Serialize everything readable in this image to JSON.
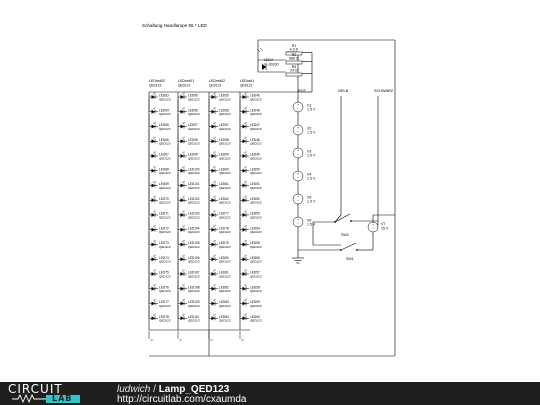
{
  "diagram": {
    "title": "Schaltung Handlampe 65 * LED",
    "column_labels": [
      {
        "name": "LEDred02",
        "part": "QED123"
      },
      {
        "name": "LEDred01",
        "part": "QED123"
      },
      {
        "name": "LEDred02",
        "part": "QED123"
      },
      {
        "name": "LEDred1",
        "part": "QED123"
      }
    ],
    "led_part": "QED123",
    "led_names": [
      [
        "LED63",
        "LED64",
        "LED65",
        "LED66",
        "LED67",
        "LED68",
        "LED69",
        "LED70",
        "LED71",
        "LED72",
        "LED73",
        "LED74",
        "LED75",
        "LED76",
        "LED77",
        "LED78"
      ],
      [
        "LED95",
        "LED96",
        "LED97",
        "LED98",
        "LED99",
        "LED100",
        "LED101",
        "LED102",
        "LED103",
        "LED104",
        "LED105",
        "LED106",
        "LED107",
        "LED108",
        "LED109",
        "LED110"
      ],
      [
        "LED55",
        "LED56",
        "LED57",
        "LED58",
        "LED59",
        "LED60",
        "LED61",
        "LED62",
        "LED77",
        "LED78",
        "LED79",
        "LED80",
        "LED81",
        "LED82",
        "LED83",
        "LED84"
      ],
      [
        "LED45",
        "LED46",
        "LED47",
        "LED48",
        "LED49",
        "LED50",
        "LED51",
        "LED52",
        "LED53",
        "LED54",
        "LED55",
        "LED56",
        "LED57",
        "LED58",
        "LED59",
        "LED60"
      ]
    ],
    "resistors": [
      {
        "name": "R1",
        "value": "4.3 Ω"
      },
      {
        "name": "R2",
        "value": "680 Ω"
      },
      {
        "name": "R3",
        "value": "24 Ω"
      }
    ],
    "indicator_led": {
      "name": "LED4",
      "part": "L7L-3010D"
    },
    "wire_labels": [
      "ROT",
      "GELB",
      "SCHWARZ"
    ],
    "batteries": [
      {
        "name": "V1",
        "value": "1.5 V"
      },
      {
        "name": "V2",
        "value": "1.5 V"
      },
      {
        "name": "V3",
        "value": "1.5 V"
      },
      {
        "name": "V4",
        "value": "1.5 V"
      },
      {
        "name": "V5",
        "value": "1.5 V"
      },
      {
        "name": "V6",
        "value": "1.5 V"
      }
    ],
    "external_source": {
      "name": "V7",
      "value": "15 V"
    },
    "switches": [
      "SW2",
      "SW1"
    ]
  },
  "footer": {
    "logo_top": "CIRCUIT",
    "logo_bottom": "LAB",
    "author": "ludwich",
    "separator": "/",
    "circuit_name": "Lamp_QED123",
    "url": "http://circuitlab.com/cxaumda"
  },
  "colors": {
    "footer_bg": "#1f1f1f",
    "logo_accent": "#2ec4c9",
    "wire": "#000000"
  }
}
